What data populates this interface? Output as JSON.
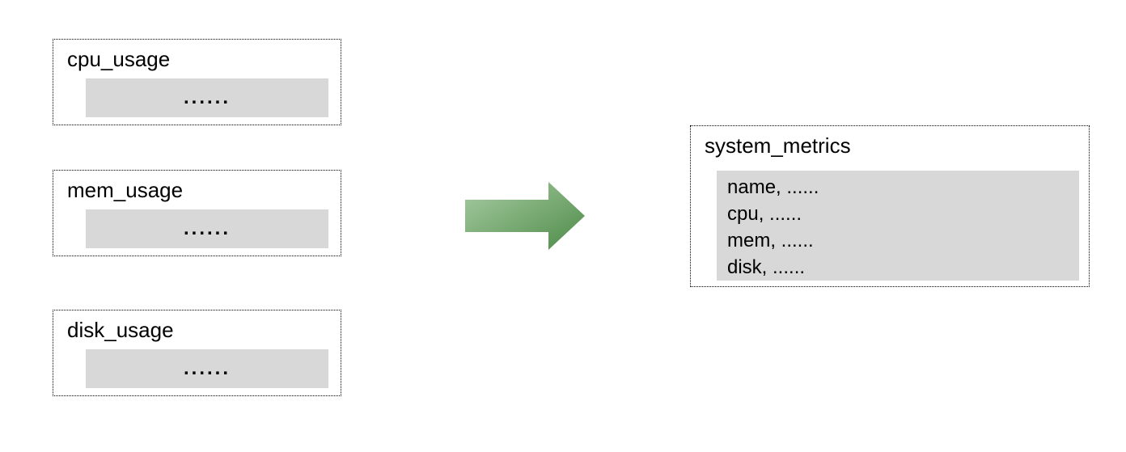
{
  "diagram": {
    "description": "Three source metric tables merged into one combined table",
    "source_tables": [
      {
        "name": "cpu_usage",
        "rows_placeholder": "......"
      },
      {
        "name": "mem_usage",
        "rows_placeholder": "......"
      },
      {
        "name": "disk_usage",
        "rows_placeholder": "......"
      }
    ],
    "arrow": {
      "direction": "right",
      "gradient_start": "#a8cda3",
      "gradient_end": "#4e8a48"
    },
    "target_table": {
      "name": "system_metrics",
      "fields": [
        {
          "label": "name, ......"
        },
        {
          "label": "cpu, ......"
        },
        {
          "label": "mem, ......"
        },
        {
          "label": "disk, ......"
        }
      ]
    },
    "colors": {
      "row_area_fill": "#d8d8d8",
      "border": "#000000",
      "background": "#ffffff",
      "text": "#000000"
    }
  }
}
